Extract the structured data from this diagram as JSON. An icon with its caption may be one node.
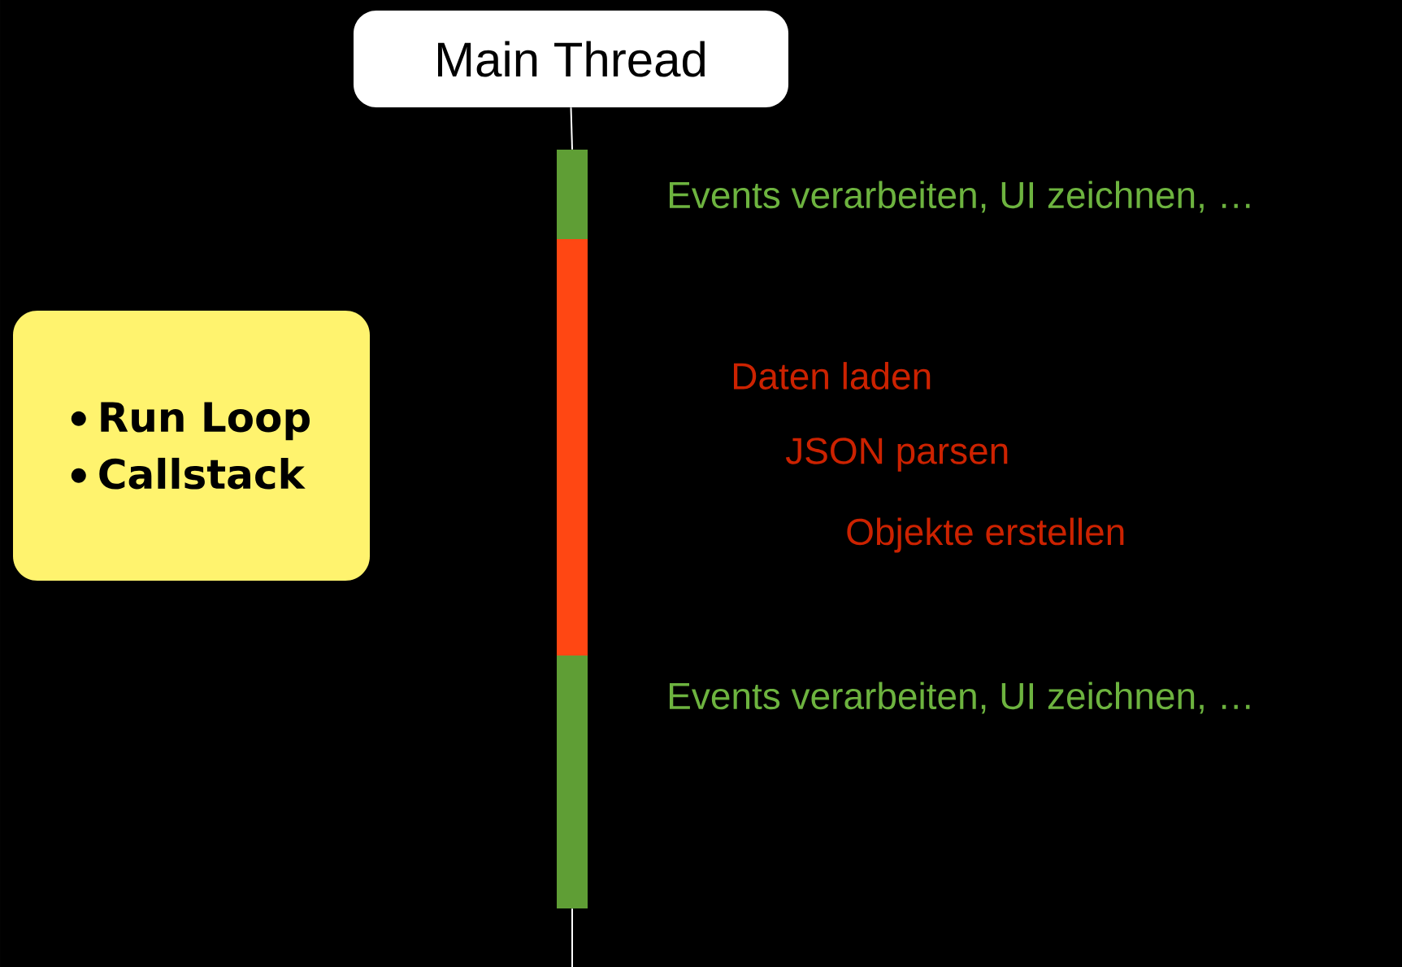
{
  "diagram": {
    "nodes": [
      {
        "text": [
          "Main Thread"
        ]
      },
      {
        "text": [],
        "shape": "bar"
      },
      {
        "text": [],
        "shape": "bar"
      },
      {
        "text": [],
        "shape": "bar"
      },
      {
        "text": [
          "Run Loop",
          "Callstack"
        ]
      }
    ],
    "edges": [
      {
        "from": 0,
        "to": 1,
        "arrow": "none"
      },
      {
        "from": 3,
        "to": null,
        "arrow": "none"
      }
    ],
    "labels": [
      "Events verarbeiten, UI zeichnen, …",
      "Daten laden",
      "JSON parsen",
      "Objekte erstellen",
      "Events verarbeiten, UI zeichnen, …"
    ]
  }
}
